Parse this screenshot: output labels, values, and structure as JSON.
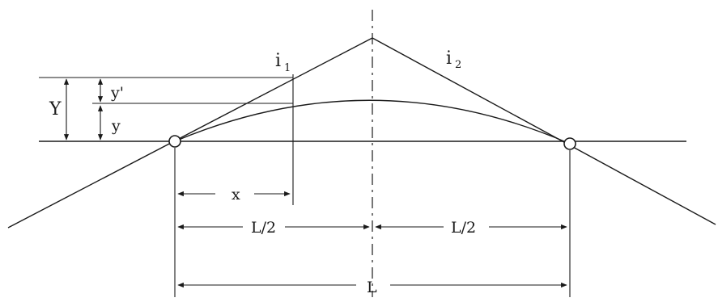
{
  "labels": {
    "grade1": "i",
    "grade1_sub": "1",
    "grade2": "i",
    "grade2_sub": "2",
    "cap_y": "Y",
    "y_prime": "y'",
    "y": "y",
    "x": "x",
    "half_left": "L/2",
    "half_right": "L/2",
    "total": "L"
  }
}
